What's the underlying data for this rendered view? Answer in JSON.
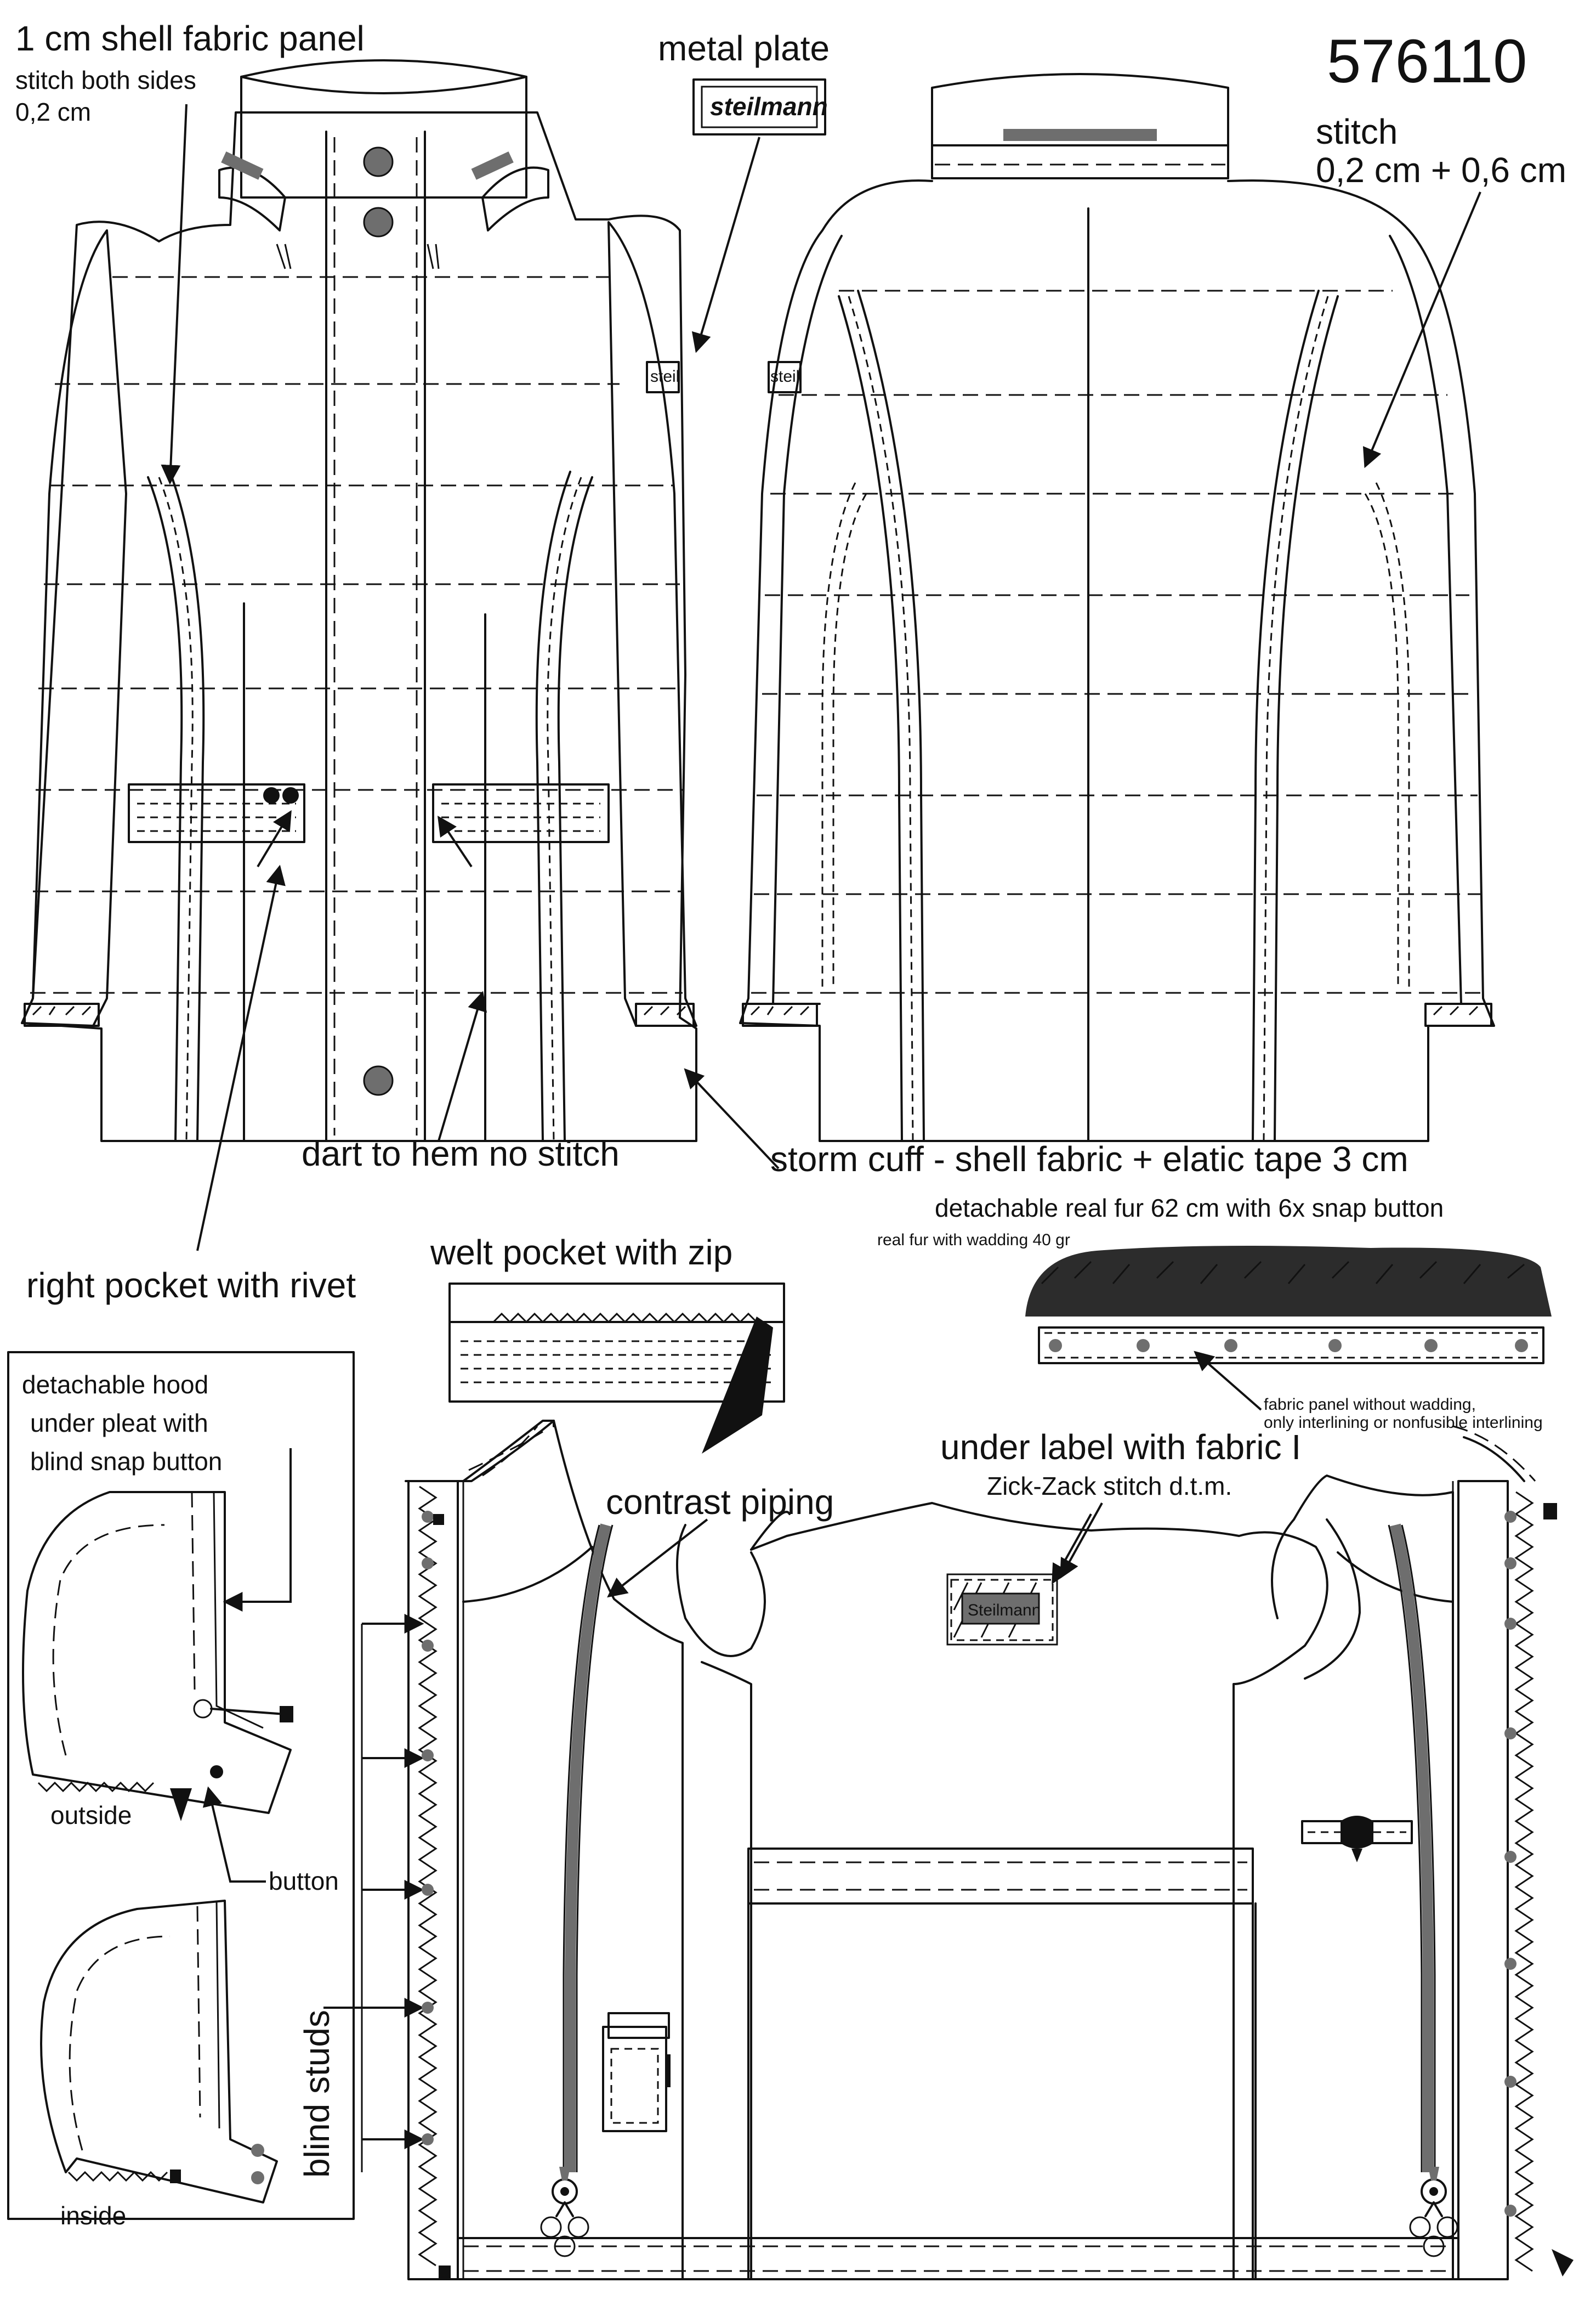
{
  "style_number": "576110",
  "labels": {
    "shell_panel": "1 cm shell fabric panel",
    "stitch_both_sides": "stitch both sides",
    "stitch_02": "0,2 cm",
    "metal_plate": "metal plate",
    "plate_brand": "steilmann",
    "stitch": "stitch",
    "stitch_values": "0,2 cm + 0,6 cm",
    "dart_to_hem": "dart to hem no stitch",
    "storm_cuff": "storm cuff - shell fabric + elatic tape 3 cm",
    "detachable_fur": "detachable real fur 62 cm with 6x snap button",
    "fur_wadding": "real fur with wadding 40 gr",
    "fabric_panel_1": "fabric panel without wadding,",
    "fabric_panel_2": "only interlining or nonfusible interlining",
    "right_pocket": "right pocket with rivet",
    "welt_pocket": "welt pocket with zip",
    "hood_1": "detachable hood",
    "hood_2": "under pleat with",
    "hood_3": "blind snap button",
    "outside": "outside",
    "button": "button",
    "inside": "inside",
    "blind_studs": "blind studs",
    "contrast_piping": "contrast piping",
    "under_label": "under label with fabric I",
    "zick_zack": "Zick-Zack stitch d.t.m.",
    "inner_label": "Steilmann",
    "sleeve_tag": "steil"
  },
  "colors": {
    "line": "#111111",
    "grey_fill": "#6e6e6e",
    "fur_dark": "#2c2c2c",
    "background": "#ffffff"
  }
}
